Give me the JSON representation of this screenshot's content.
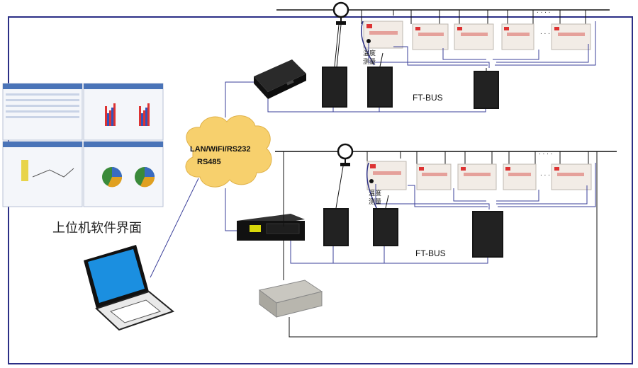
{
  "cloud_label_line1": "LAN/WiFi/RS232",
  "cloud_label_line2": "RS485",
  "software_caption": "上位机软件界面",
  "bus_label_top": "FT-BUS",
  "bus_label_bottom": "FT-BUS",
  "temp_sensor_top": [
    "温度",
    "测量"
  ],
  "temp_sensor_bottom": [
    "温度",
    "测量"
  ],
  "colors": {
    "frame": "#2b2f86",
    "wire": "#1a1a1a",
    "bus_wire": "#3a3f9a",
    "device": "#151515",
    "battery": "#f2ece6",
    "screen": "#1b8fe0"
  }
}
